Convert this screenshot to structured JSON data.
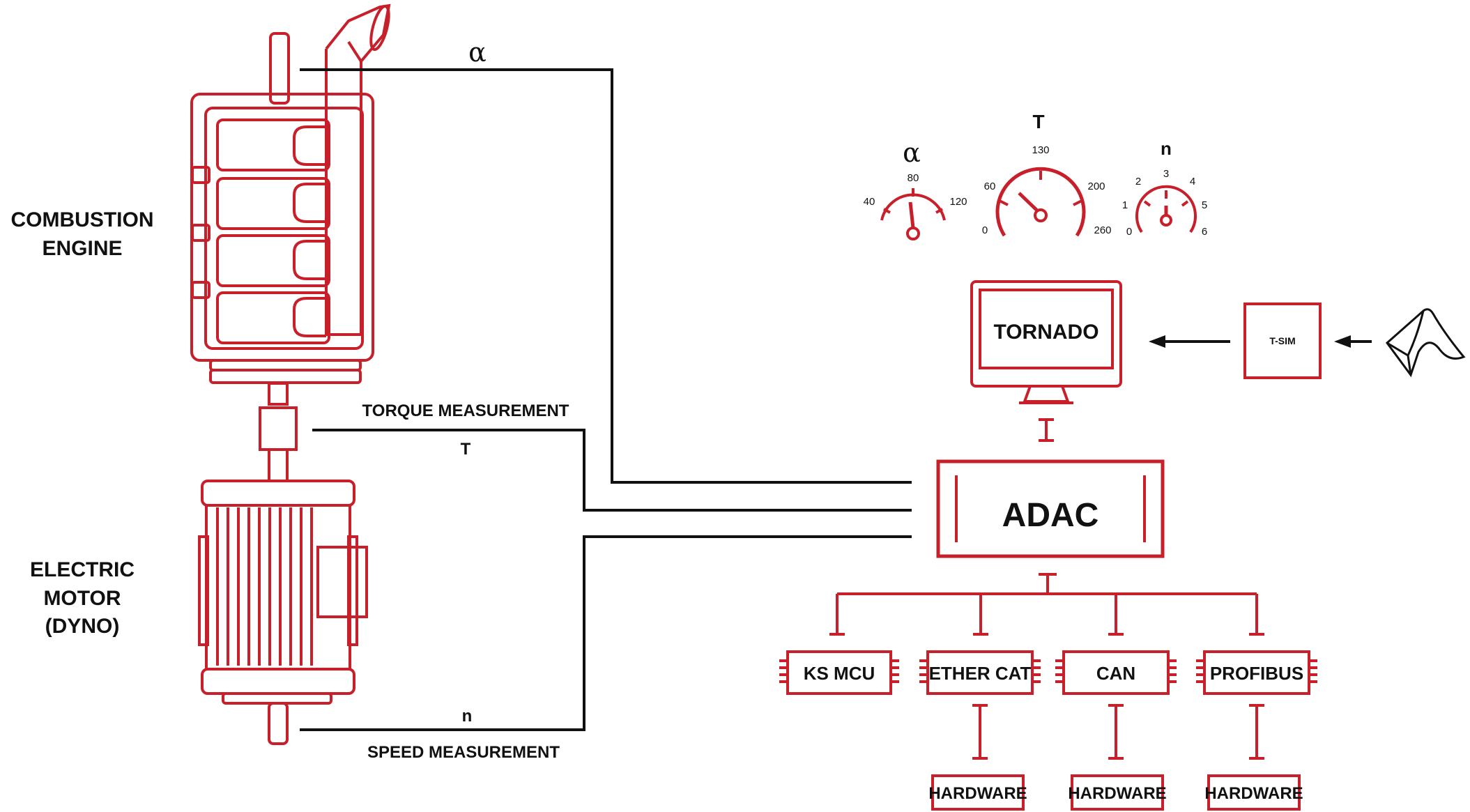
{
  "colors": {
    "accent": "#c8202a",
    "line": "#111111",
    "background": "#ffffff"
  },
  "engine": {
    "label_line1": "COMBUSTION",
    "label_line2": "ENGINE"
  },
  "motor": {
    "label_line1": "ELECTRIC",
    "label_line2": "MOTOR",
    "label_line3": "(DYNO)"
  },
  "signals": {
    "alpha_symbol": "α",
    "torque_label": "TORQUE MEASUREMENT",
    "torque_symbol": "T",
    "speed_symbol": "n",
    "speed_label": "SPEED MEASUREMENT"
  },
  "gauges": [
    {
      "symbol": "α",
      "ticks": [
        "40",
        "80",
        "120"
      ]
    },
    {
      "symbol": "T",
      "ticks": [
        "0",
        "60",
        "130",
        "200",
        "260"
      ]
    },
    {
      "symbol": "n",
      "ticks": [
        "0",
        "1",
        "2",
        "3",
        "4",
        "5",
        "6"
      ]
    }
  ],
  "tornado": {
    "label": "TORNADO"
  },
  "tsim": {
    "label": "T-SIM"
  },
  "matlab_icon": "matlab-logo-icon",
  "adac": {
    "label": "ADAC"
  },
  "interfaces": [
    {
      "label": "KS MCU"
    },
    {
      "label": "ETHER CAT"
    },
    {
      "label": "CAN"
    },
    {
      "label": "PROFIBUS"
    }
  ],
  "hardware": [
    {
      "label": "HARDWARE"
    },
    {
      "label": "HARDWARE"
    },
    {
      "label": "HARDWARE"
    }
  ]
}
